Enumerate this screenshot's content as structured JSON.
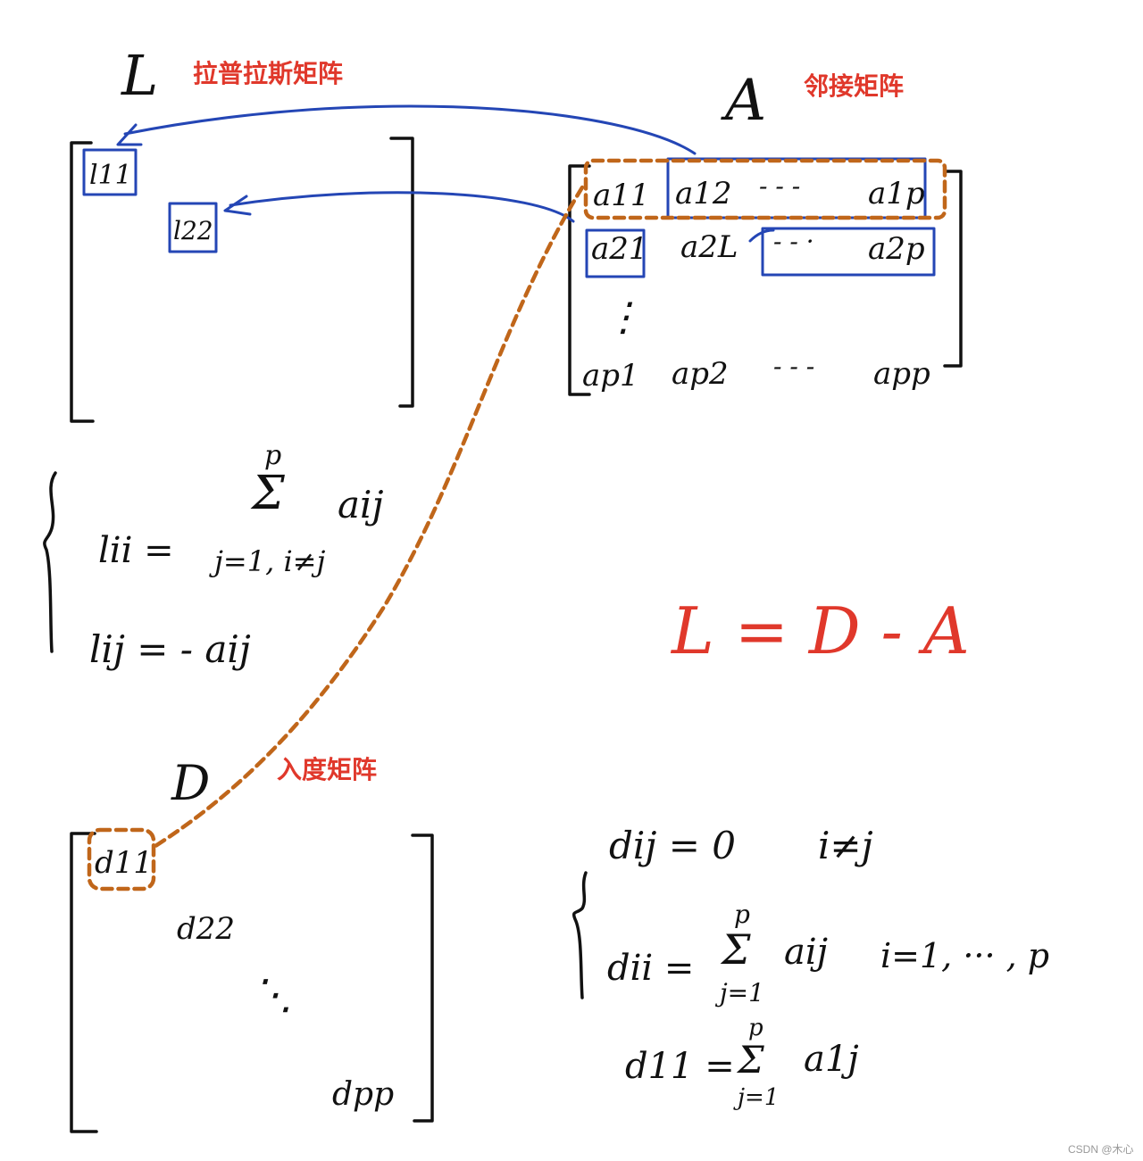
{
  "colors": {
    "ink": "#111111",
    "label_red": "#e0382b",
    "highlight_blue": "#2446b5",
    "dashed_orange": "#c0661a",
    "watermark": "#999999"
  },
  "laplacian": {
    "symbol": "L",
    "label": "拉普拉斯矩阵",
    "entries": [
      "l11",
      "l22"
    ]
  },
  "adjacency": {
    "symbol": "A",
    "label": "邻接矩阵",
    "rows": [
      [
        "a11",
        "a12",
        "- - -",
        "a1p"
      ],
      [
        "a21",
        "a2L",
        "- - ·",
        "a2p"
      ],
      [
        "ap1",
        "ap2",
        "- - -",
        "app"
      ]
    ],
    "row_ellipsis": "⋮"
  },
  "laplacian_rules": {
    "diag_lhs": "lii =",
    "sum_top": "p",
    "sum_symbol": "Σ",
    "sum_bottom": "j=1, i≠j",
    "diag_term": "aij",
    "offdiag": "lij = - aij"
  },
  "main_equation": "L = D - A",
  "degree": {
    "symbol": "D",
    "label": "入度矩阵",
    "entries": [
      "d11",
      "d22",
      "⋱",
      "dpp"
    ]
  },
  "degree_rules": {
    "offdiag": "dij = 0",
    "offdiag_cond": "i≠j",
    "diag_lhs": "dii =",
    "sum_top": "p",
    "sum_symbol": "Σ",
    "sum_bottom": "j=1",
    "diag_term": "aij",
    "diag_cond": "i=1, ··· , p",
    "example_lhs": "d11 =",
    "example_sum_top": "p",
    "example_sum_symbol": "Σ",
    "example_sum_bottom": "j=1",
    "example_term": "a1j"
  },
  "watermark": "CSDN @木心"
}
